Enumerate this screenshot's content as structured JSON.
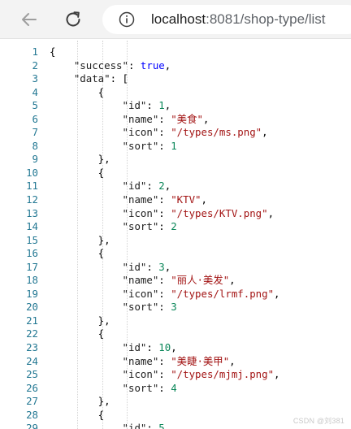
{
  "browser": {
    "url_host": "localhost",
    "url_rest": ":8081/shop-type/list",
    "icons": {
      "back": "arrow-left-icon",
      "reload": "reload-icon",
      "info": "info-icon"
    }
  },
  "viewer": {
    "line_numbers": [
      "1",
      "2",
      "3",
      "4",
      "5",
      "6",
      "7",
      "8",
      "9",
      "10",
      "11",
      "12",
      "13",
      "14",
      "15",
      "16",
      "17",
      "18",
      "19",
      "20",
      "21",
      "22",
      "23",
      "24",
      "25",
      "26",
      "27",
      "28",
      "29"
    ],
    "lines": [
      [
        {
          "t": "pun",
          "v": "{"
        }
      ],
      [
        {
          "t": "pun",
          "v": "    "
        },
        {
          "t": "key",
          "v": "\"success\""
        },
        {
          "t": "pun",
          "v": ": "
        },
        {
          "t": "kw",
          "v": "true"
        },
        {
          "t": "pun",
          "v": ","
        }
      ],
      [
        {
          "t": "pun",
          "v": "    "
        },
        {
          "t": "key",
          "v": "\"data\""
        },
        {
          "t": "pun",
          "v": ": ["
        }
      ],
      [
        {
          "t": "pun",
          "v": "        {"
        }
      ],
      [
        {
          "t": "pun",
          "v": "            "
        },
        {
          "t": "key",
          "v": "\"id\""
        },
        {
          "t": "pun",
          "v": ": "
        },
        {
          "t": "num",
          "v": "1"
        },
        {
          "t": "pun",
          "v": ","
        }
      ],
      [
        {
          "t": "pun",
          "v": "            "
        },
        {
          "t": "key",
          "v": "\"name\""
        },
        {
          "t": "pun",
          "v": ": "
        },
        {
          "t": "str",
          "v": "\"美食\""
        },
        {
          "t": "pun",
          "v": ","
        }
      ],
      [
        {
          "t": "pun",
          "v": "            "
        },
        {
          "t": "key",
          "v": "\"icon\""
        },
        {
          "t": "pun",
          "v": ": "
        },
        {
          "t": "str",
          "v": "\"/types/ms.png\""
        },
        {
          "t": "pun",
          "v": ","
        }
      ],
      [
        {
          "t": "pun",
          "v": "            "
        },
        {
          "t": "key",
          "v": "\"sort\""
        },
        {
          "t": "pun",
          "v": ": "
        },
        {
          "t": "num",
          "v": "1"
        }
      ],
      [
        {
          "t": "pun",
          "v": "        },"
        }
      ],
      [
        {
          "t": "pun",
          "v": "        {"
        }
      ],
      [
        {
          "t": "pun",
          "v": "            "
        },
        {
          "t": "key",
          "v": "\"id\""
        },
        {
          "t": "pun",
          "v": ": "
        },
        {
          "t": "num",
          "v": "2"
        },
        {
          "t": "pun",
          "v": ","
        }
      ],
      [
        {
          "t": "pun",
          "v": "            "
        },
        {
          "t": "key",
          "v": "\"name\""
        },
        {
          "t": "pun",
          "v": ": "
        },
        {
          "t": "str",
          "v": "\"KTV\""
        },
        {
          "t": "pun",
          "v": ","
        }
      ],
      [
        {
          "t": "pun",
          "v": "            "
        },
        {
          "t": "key",
          "v": "\"icon\""
        },
        {
          "t": "pun",
          "v": ": "
        },
        {
          "t": "str",
          "v": "\"/types/KTV.png\""
        },
        {
          "t": "pun",
          "v": ","
        }
      ],
      [
        {
          "t": "pun",
          "v": "            "
        },
        {
          "t": "key",
          "v": "\"sort\""
        },
        {
          "t": "pun",
          "v": ": "
        },
        {
          "t": "num",
          "v": "2"
        }
      ],
      [
        {
          "t": "pun",
          "v": "        },"
        }
      ],
      [
        {
          "t": "pun",
          "v": "        {"
        }
      ],
      [
        {
          "t": "pun",
          "v": "            "
        },
        {
          "t": "key",
          "v": "\"id\""
        },
        {
          "t": "pun",
          "v": ": "
        },
        {
          "t": "num",
          "v": "3"
        },
        {
          "t": "pun",
          "v": ","
        }
      ],
      [
        {
          "t": "pun",
          "v": "            "
        },
        {
          "t": "key",
          "v": "\"name\""
        },
        {
          "t": "pun",
          "v": ": "
        },
        {
          "t": "str",
          "v": "\"丽人·美发\""
        },
        {
          "t": "pun",
          "v": ","
        }
      ],
      [
        {
          "t": "pun",
          "v": "            "
        },
        {
          "t": "key",
          "v": "\"icon\""
        },
        {
          "t": "pun",
          "v": ": "
        },
        {
          "t": "str",
          "v": "\"/types/lrmf.png\""
        },
        {
          "t": "pun",
          "v": ","
        }
      ],
      [
        {
          "t": "pun",
          "v": "            "
        },
        {
          "t": "key",
          "v": "\"sort\""
        },
        {
          "t": "pun",
          "v": ": "
        },
        {
          "t": "num",
          "v": "3"
        }
      ],
      [
        {
          "t": "pun",
          "v": "        },"
        }
      ],
      [
        {
          "t": "pun",
          "v": "        {"
        }
      ],
      [
        {
          "t": "pun",
          "v": "            "
        },
        {
          "t": "key",
          "v": "\"id\""
        },
        {
          "t": "pun",
          "v": ": "
        },
        {
          "t": "num",
          "v": "10"
        },
        {
          "t": "pun",
          "v": ","
        }
      ],
      [
        {
          "t": "pun",
          "v": "            "
        },
        {
          "t": "key",
          "v": "\"name\""
        },
        {
          "t": "pun",
          "v": ": "
        },
        {
          "t": "str",
          "v": "\"美睫·美甲\""
        },
        {
          "t": "pun",
          "v": ","
        }
      ],
      [
        {
          "t": "pun",
          "v": "            "
        },
        {
          "t": "key",
          "v": "\"icon\""
        },
        {
          "t": "pun",
          "v": ": "
        },
        {
          "t": "str",
          "v": "\"/types/mjmj.png\""
        },
        {
          "t": "pun",
          "v": ","
        }
      ],
      [
        {
          "t": "pun",
          "v": "            "
        },
        {
          "t": "key",
          "v": "\"sort\""
        },
        {
          "t": "pun",
          "v": ": "
        },
        {
          "t": "num",
          "v": "4"
        }
      ],
      [
        {
          "t": "pun",
          "v": "        },"
        }
      ],
      [
        {
          "t": "pun",
          "v": "        {"
        }
      ],
      [
        {
          "t": "pun",
          "v": "            "
        },
        {
          "t": "key",
          "v": "\"id\""
        },
        {
          "t": "pun",
          "v": ": "
        },
        {
          "t": "num",
          "v": "5"
        }
      ]
    ]
  },
  "watermark": "CSDN @刘381",
  "colors": {
    "key": "#1e1e1e",
    "string": "#a31515",
    "keyword": "#0000ff",
    "number": "#098658",
    "line_number": "#237893"
  }
}
